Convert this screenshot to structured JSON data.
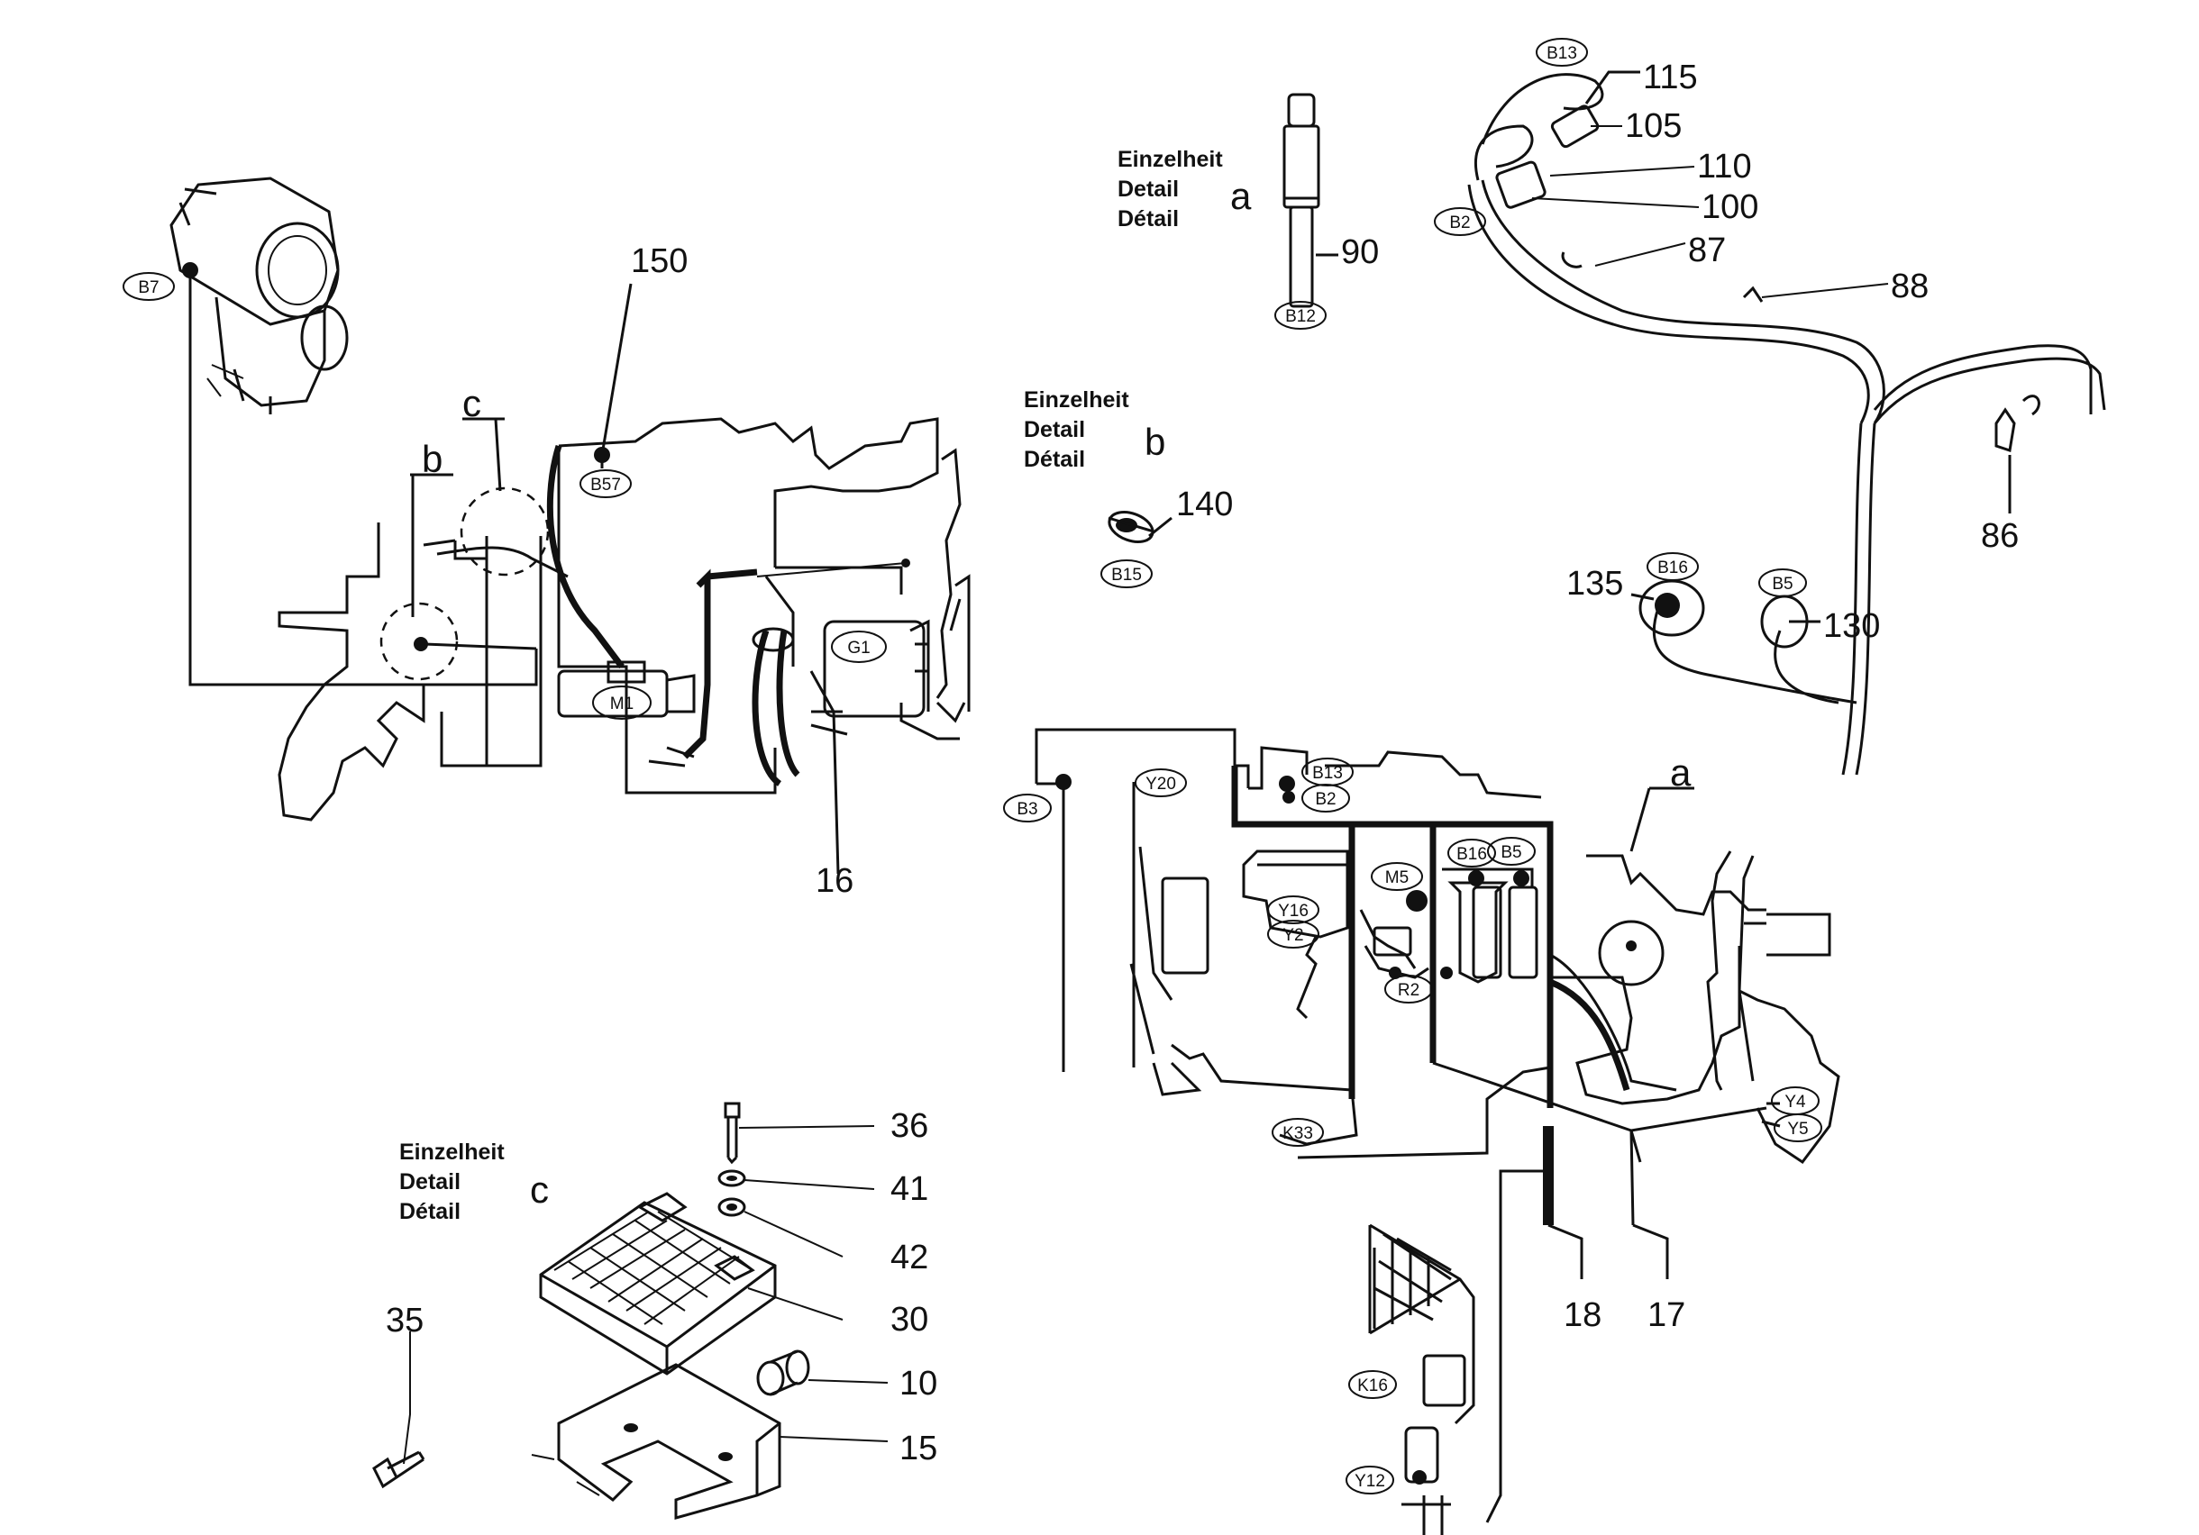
{
  "callouts": {
    "c150": "150",
    "c16": "16",
    "c90": "90",
    "c140": "140",
    "c115": "115",
    "c105": "105",
    "c110": "110",
    "c100": "100",
    "c87": "87",
    "c88": "88",
    "c86": "86",
    "c135": "135",
    "c130": "130",
    "c18": "18",
    "c17": "17",
    "c36": "36",
    "c41": "41",
    "c42": "42",
    "c30": "30",
    "c10": "10",
    "c15": "15",
    "c35": "35"
  },
  "detail_letters": {
    "a_main": "a",
    "b_main": "b",
    "c_main": "c"
  },
  "details": {
    "a": {
      "line1": "Einzelheit",
      "line2": "Detail",
      "line3": "Détail",
      "letter": "a"
    },
    "b": {
      "line1": "Einzelheit",
      "line2": "Detail",
      "line3": "Détail",
      "letter": "b"
    },
    "c": {
      "line1": "Einzelheit",
      "line2": "Detail",
      "line3": "Détail",
      "letter": "c"
    }
  },
  "tags": {
    "b7": "B7",
    "b57": "B57",
    "m1": "M1",
    "g1": "G1",
    "b12": "B12",
    "b15": "B15",
    "b13": "B13",
    "b2": "B2",
    "b16": "B16",
    "b5": "B5",
    "b3": "B3",
    "y20": "Y20",
    "y16": "Y16",
    "y2": "Y2",
    "m5": "M5",
    "r2": "R2",
    "k33": "K33",
    "y4": "Y4",
    "y5": "Y5",
    "k16": "K16",
    "y12": "Y12"
  }
}
